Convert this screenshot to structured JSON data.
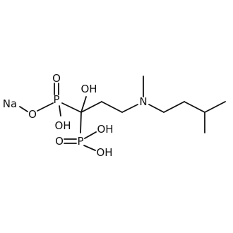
{
  "atoms": {
    "na": "Na",
    "o_ester": "O",
    "p1": "P",
    "p1_oxo": "O",
    "p1_oh": "OH",
    "c_oh": "OH",
    "p2": "P",
    "p2_oxo": "O",
    "p2_oh_top": "OH",
    "p2_oh_bottom": "OH",
    "n": "N"
  }
}
